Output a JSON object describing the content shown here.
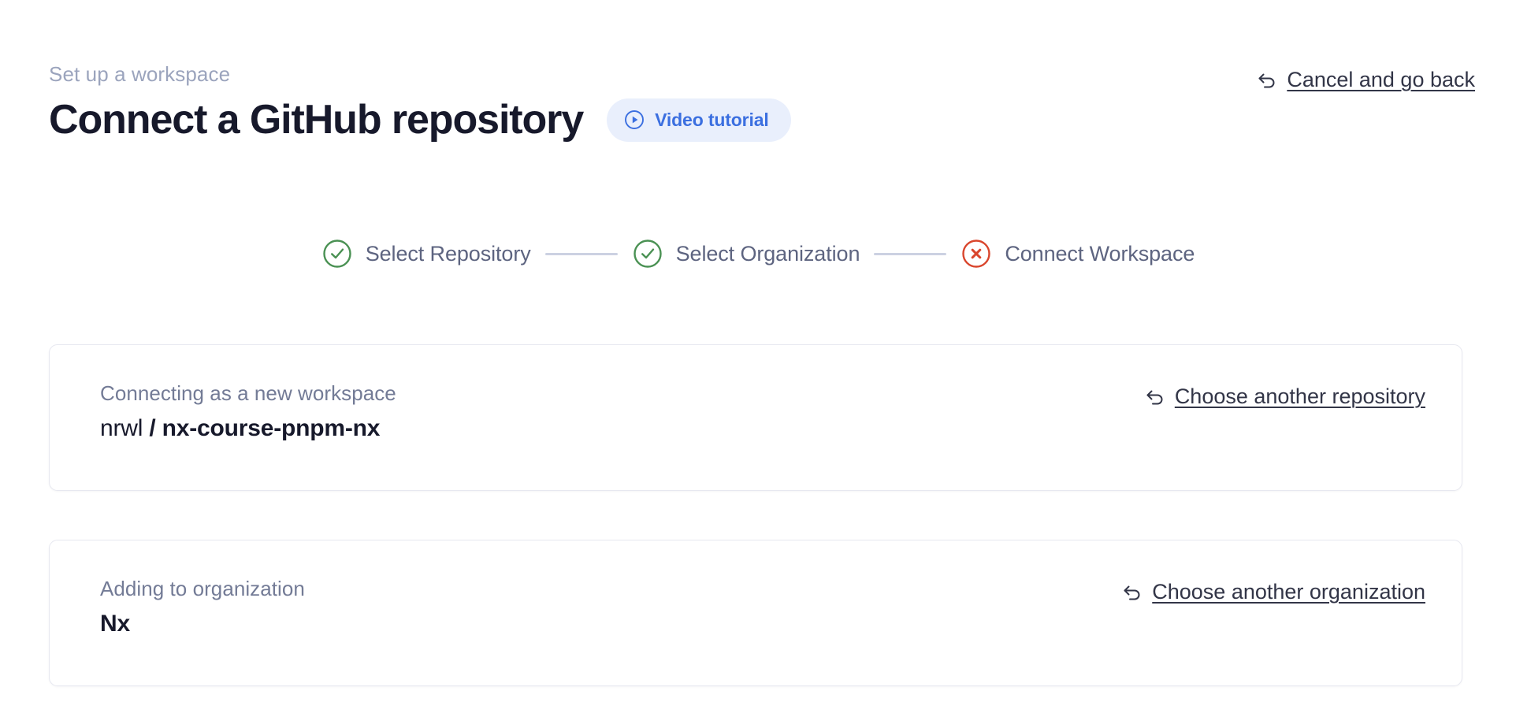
{
  "header": {
    "eyebrow": "Set up a workspace",
    "title": "Connect a GitHub repository",
    "video_pill": {
      "label": "Video tutorial",
      "icon": "play-circle-icon",
      "bg_color": "#e9effc",
      "text_color": "#3b6fe0"
    },
    "cancel_link": {
      "label": "Cancel and go back",
      "icon": "undo-arrow-icon"
    }
  },
  "stepper": {
    "connector_color": "#ccd1e2",
    "steps": [
      {
        "label": "Select Repository",
        "state": "complete",
        "icon": "check-circle-icon",
        "color": "#4a9153"
      },
      {
        "label": "Select Organization",
        "state": "complete",
        "icon": "check-circle-icon",
        "color": "#4a9153"
      },
      {
        "label": "Connect Workspace",
        "state": "error",
        "icon": "x-circle-icon",
        "color": "#d9452c"
      }
    ]
  },
  "cards": [
    {
      "caption": "Connecting as a new workspace",
      "value_owner": "nrwl",
      "value_separator": " / ",
      "value_repo": "nx-course-pnpm-nx",
      "link_label": "Choose another repository",
      "link_icon": "undo-arrow-icon"
    },
    {
      "caption": "Adding to organization",
      "value": "Nx",
      "link_label": "Choose another organization",
      "link_icon": "undo-arrow-icon"
    }
  ]
}
